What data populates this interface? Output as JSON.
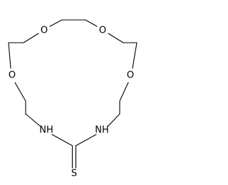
{
  "molecule": {
    "atoms": [
      {
        "id": "o1",
        "label": "O"
      },
      {
        "id": "o2",
        "label": "O"
      },
      {
        "id": "o3",
        "label": "O"
      },
      {
        "id": "o4",
        "label": "O"
      },
      {
        "id": "n1",
        "label": "NH"
      },
      {
        "id": "n2",
        "label": "NH"
      },
      {
        "id": "s1",
        "label": "S"
      }
    ],
    "colors": {
      "bond": "#000000",
      "label": "#000000",
      "background": "#ffffff"
    }
  }
}
